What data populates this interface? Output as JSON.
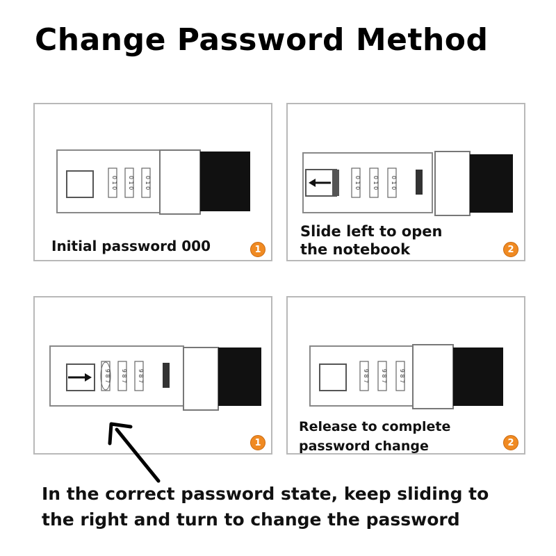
{
  "title": "Change Password Method",
  "panels": [
    {
      "caption_lines": [
        "Initial password 000"
      ],
      "step": "1",
      "dial_text": "0 1 0"
    },
    {
      "caption_lines": [
        "Slide left to open",
        "the notebook"
      ],
      "step": "2",
      "dial_text": "0 1 0"
    },
    {
      "caption_lines": [],
      "step": "1",
      "dial_text": "9 8 7"
    },
    {
      "caption_lines": [
        "Release to complete",
        "password change"
      ],
      "step": "2",
      "dial_text": "9 8 7"
    }
  ],
  "footer": {
    "lines": [
      "In the correct password state, keep sliding to",
      "the right and turn to change the password"
    ]
  },
  "colors": {
    "badge": "#f08a22",
    "panel_border": "#b8b8b8",
    "lock_block": "#111111"
  }
}
